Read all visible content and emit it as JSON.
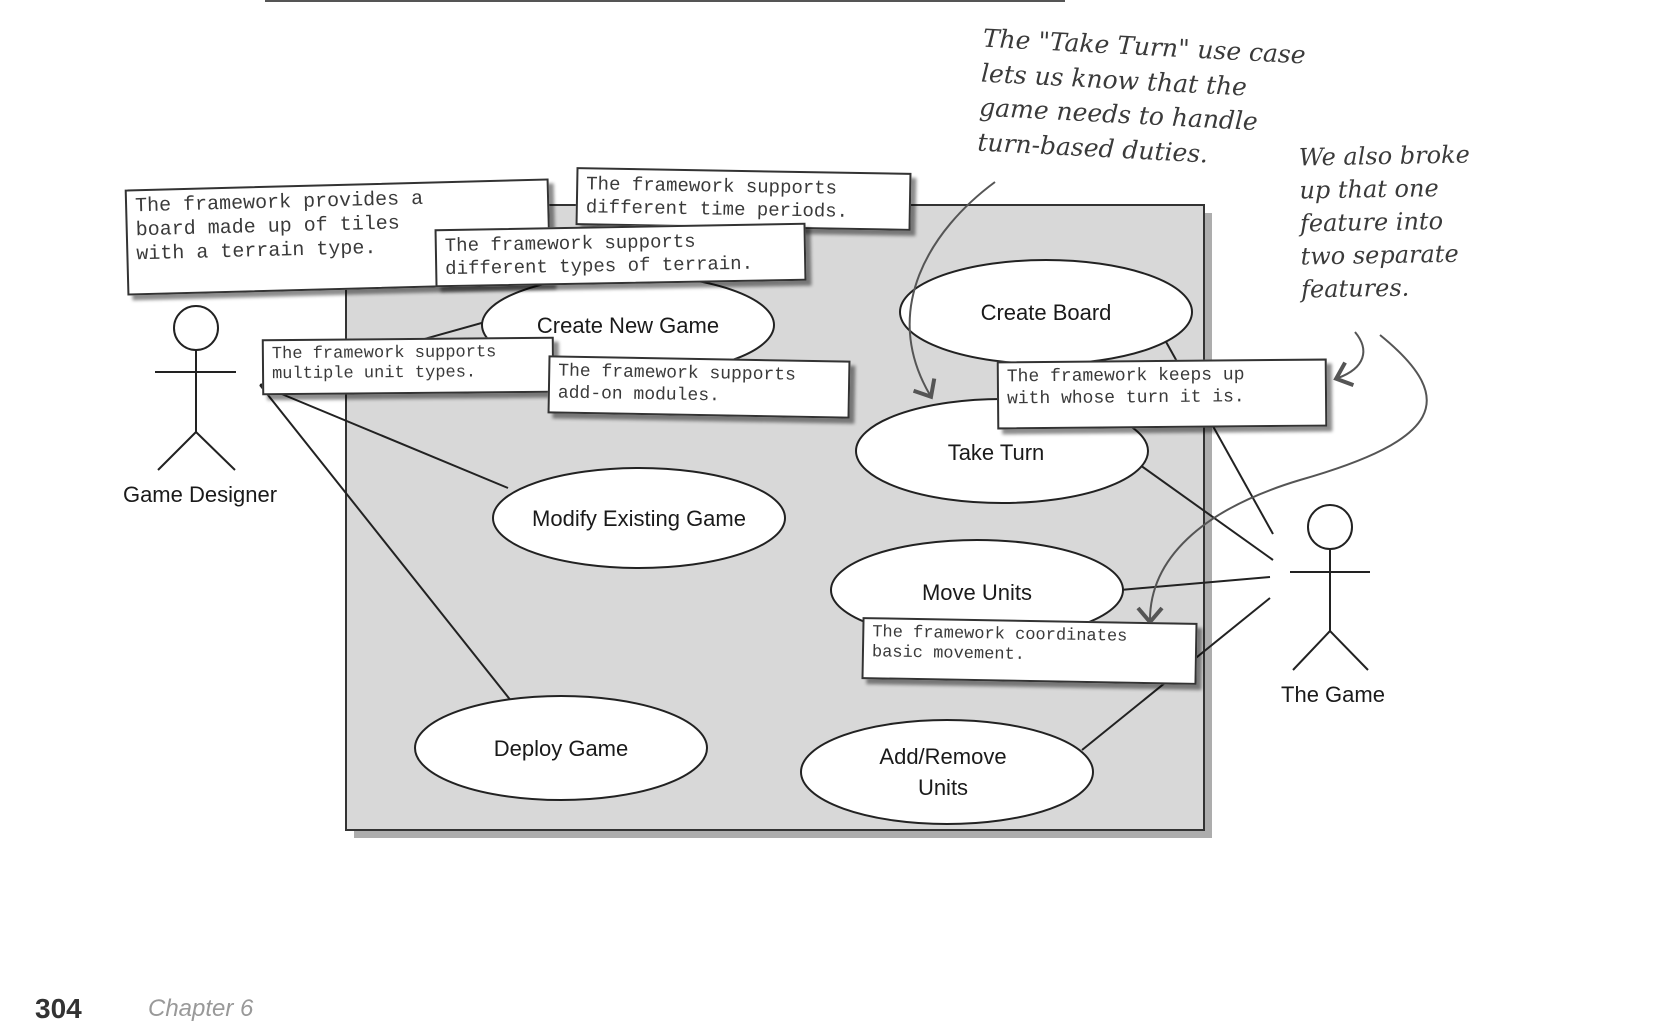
{
  "diagram": {
    "actors": {
      "designer": "Game Designer",
      "game": "The Game"
    },
    "use_cases": {
      "create_new_game": "Create New Game",
      "modify_existing_game": "Modify Existing Game",
      "deploy_game": "Deploy Game",
      "create_board": "Create Board",
      "take_turn": "Take Turn",
      "move_units": "Move Units",
      "add_remove_units_line1": "Add/Remove",
      "add_remove_units_line2": "Units"
    }
  },
  "notes": {
    "board": "The framework provides a\nboard made up of tiles\nwith a terrain type.",
    "time_periods": "The framework supports\ndifferent time periods.",
    "terrain": "The framework supports\ndifferent types of terrain.",
    "unit_types": "The framework supports\nmultiple unit types.",
    "addons": "The framework supports\nadd-on modules.",
    "turn": "The framework keeps up\nwith whose turn it is.",
    "movement": "The framework coordinates\nbasic movement."
  },
  "annotations": {
    "take_turn": "The \"Take Turn\" use case\nlets us know that the\ngame needs to handle\nturn-based duties.",
    "broke_up": "We also broke\nup that one\nfeature into\ntwo separate\nfeatures."
  },
  "footer": {
    "page_number": "304",
    "chapter": "Chapter 6"
  }
}
